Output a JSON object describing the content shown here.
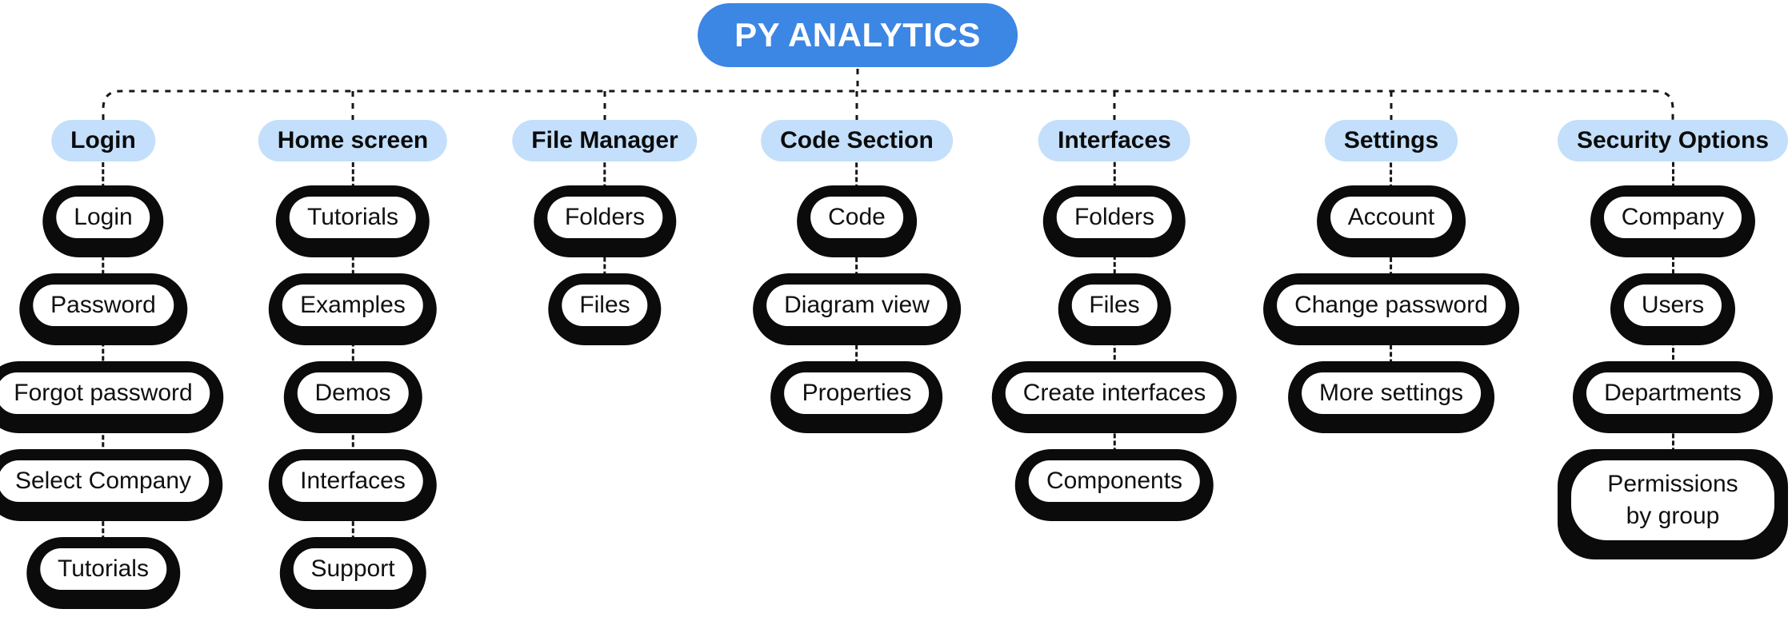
{
  "root": {
    "label": "PY ANALYTICS"
  },
  "branches": [
    {
      "label": "Login",
      "children": [
        "Login",
        "Password",
        "Forgot password",
        "Select Company",
        "Tutorials"
      ]
    },
    {
      "label": "Home screen",
      "children": [
        "Tutorials",
        "Examples",
        "Demos",
        "Interfaces",
        "Support"
      ]
    },
    {
      "label": "File Manager",
      "children": [
        "Folders",
        "Files"
      ]
    },
    {
      "label": "Code Section",
      "children": [
        "Code",
        "Diagram view",
        "Properties"
      ]
    },
    {
      "label": "Interfaces",
      "children": [
        "Folders",
        "Files",
        "Create interfaces",
        "Components"
      ]
    },
    {
      "label": "Settings",
      "children": [
        "Account",
        "Change password",
        "More settings"
      ]
    },
    {
      "label": "Security Options",
      "children": [
        "Company",
        "Users",
        "Departments",
        "Permissions by group"
      ]
    }
  ],
  "colors": {
    "root_fill": "#3c86e4",
    "root_text": "#ffffff",
    "category_fill": "#c3dffb",
    "node_fill": "#ffffff",
    "node_outline": "#0b0b0b",
    "connector": "#161616",
    "text": "#101010"
  }
}
